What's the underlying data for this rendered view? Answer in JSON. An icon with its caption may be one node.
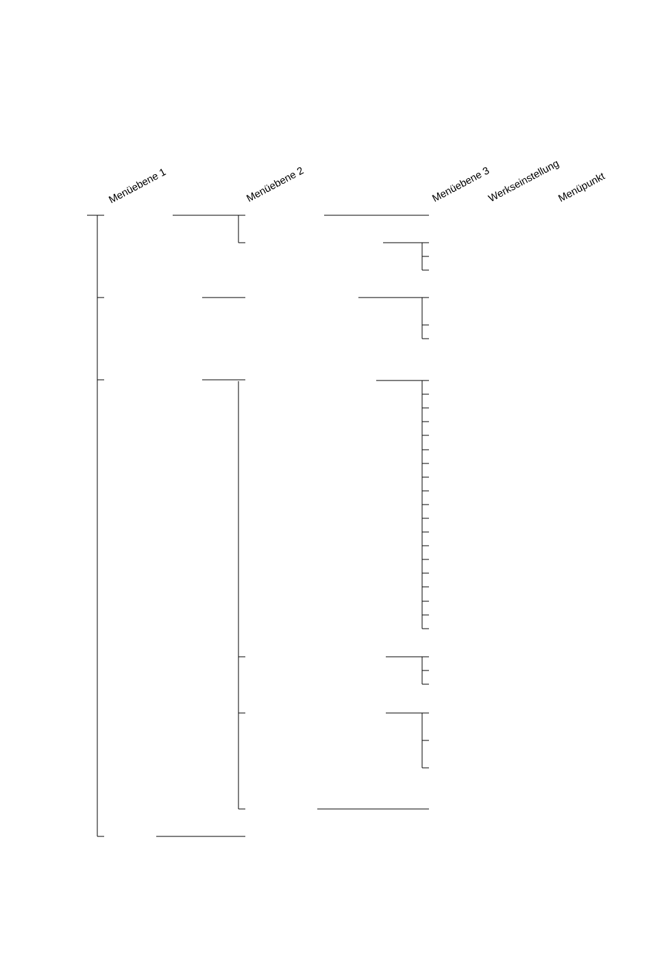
{
  "diagram": {
    "labels": [
      "Menüebene 1",
      "Menüebene 2",
      "Menüebene 3",
      "Werkseinstellung",
      "Menüpunkt"
    ]
  }
}
